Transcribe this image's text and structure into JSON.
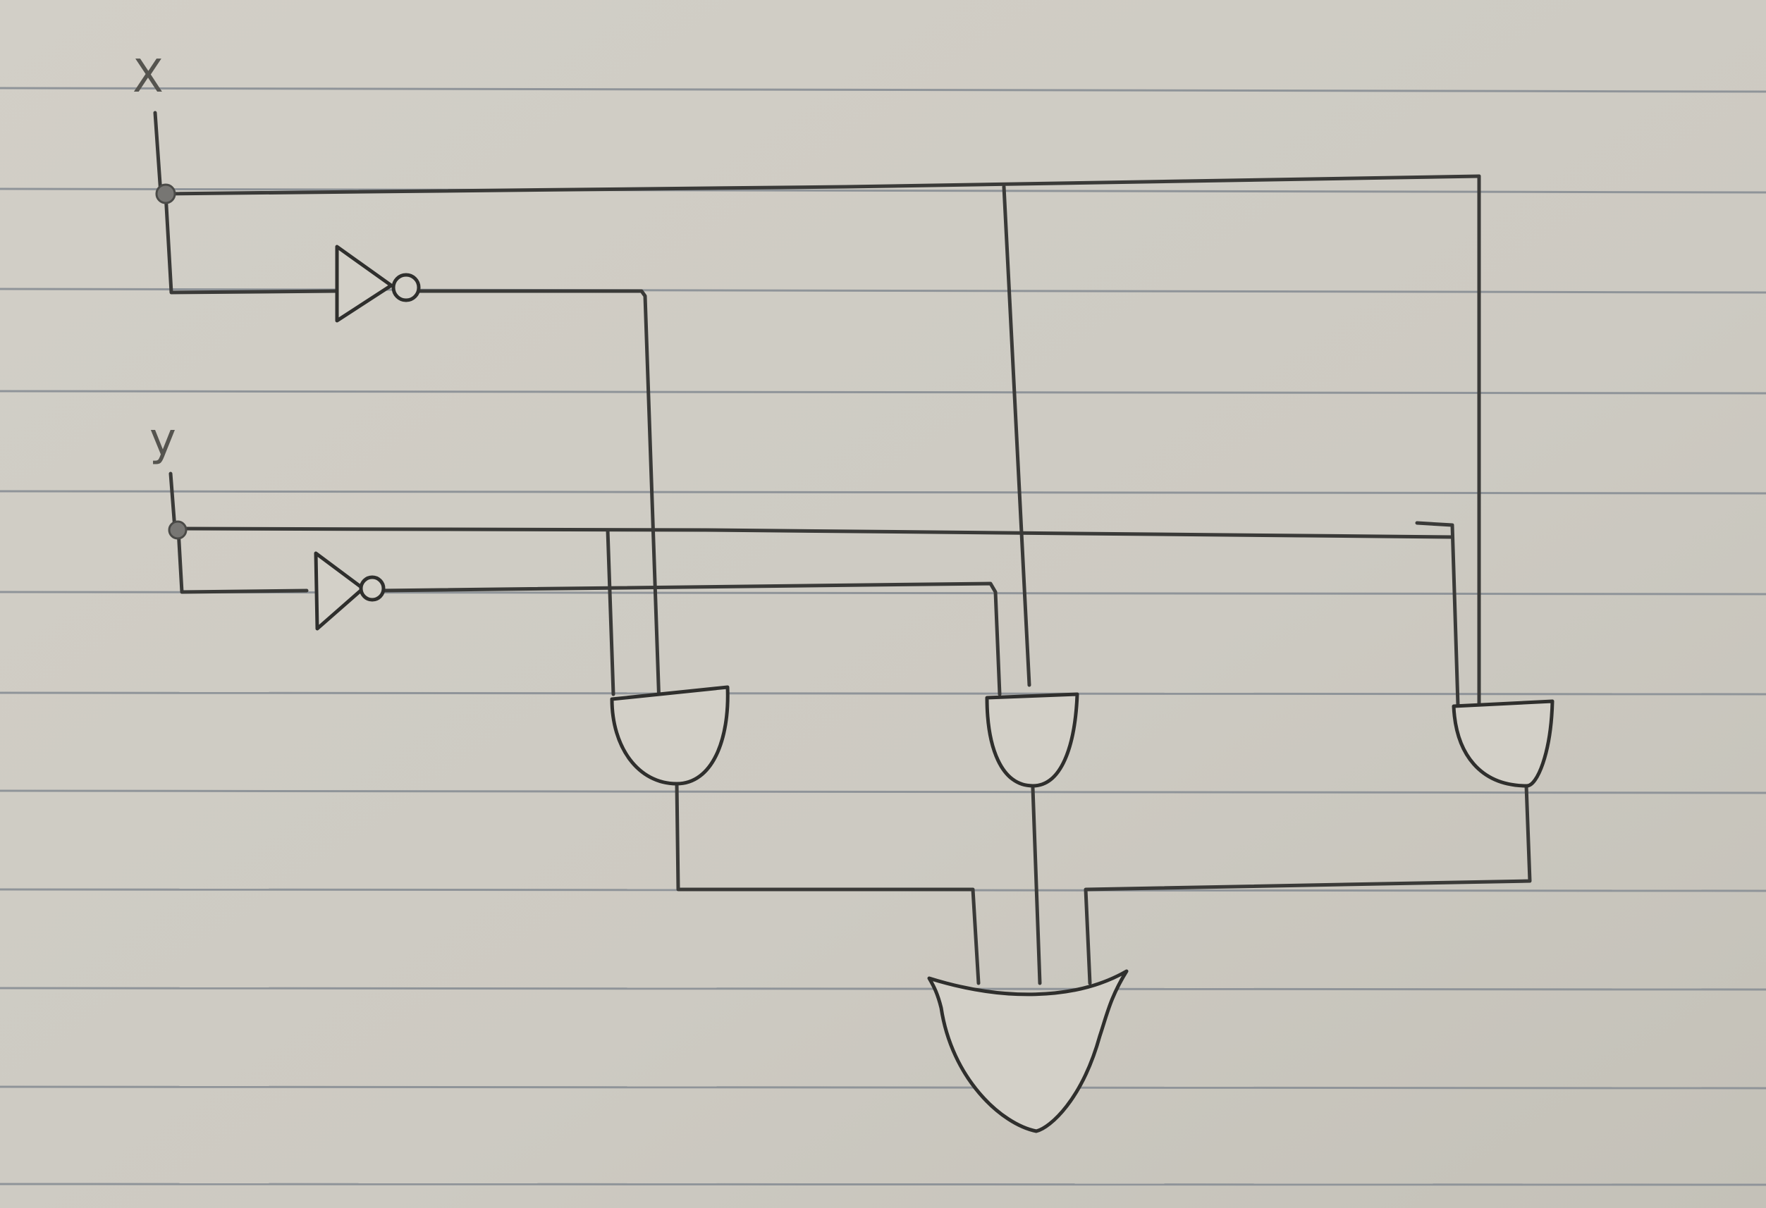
{
  "inputs": {
    "x_label": "X",
    "y_label": "y"
  },
  "colors": {
    "paper": "#d1cec6",
    "rule_line": "#8f9499",
    "ink": "#3a3a38"
  },
  "gates": {
    "not": [
      "not-x",
      "not-y"
    ],
    "and": [
      "and-1",
      "and-2",
      "and-3"
    ],
    "or": [
      "or-output"
    ]
  }
}
